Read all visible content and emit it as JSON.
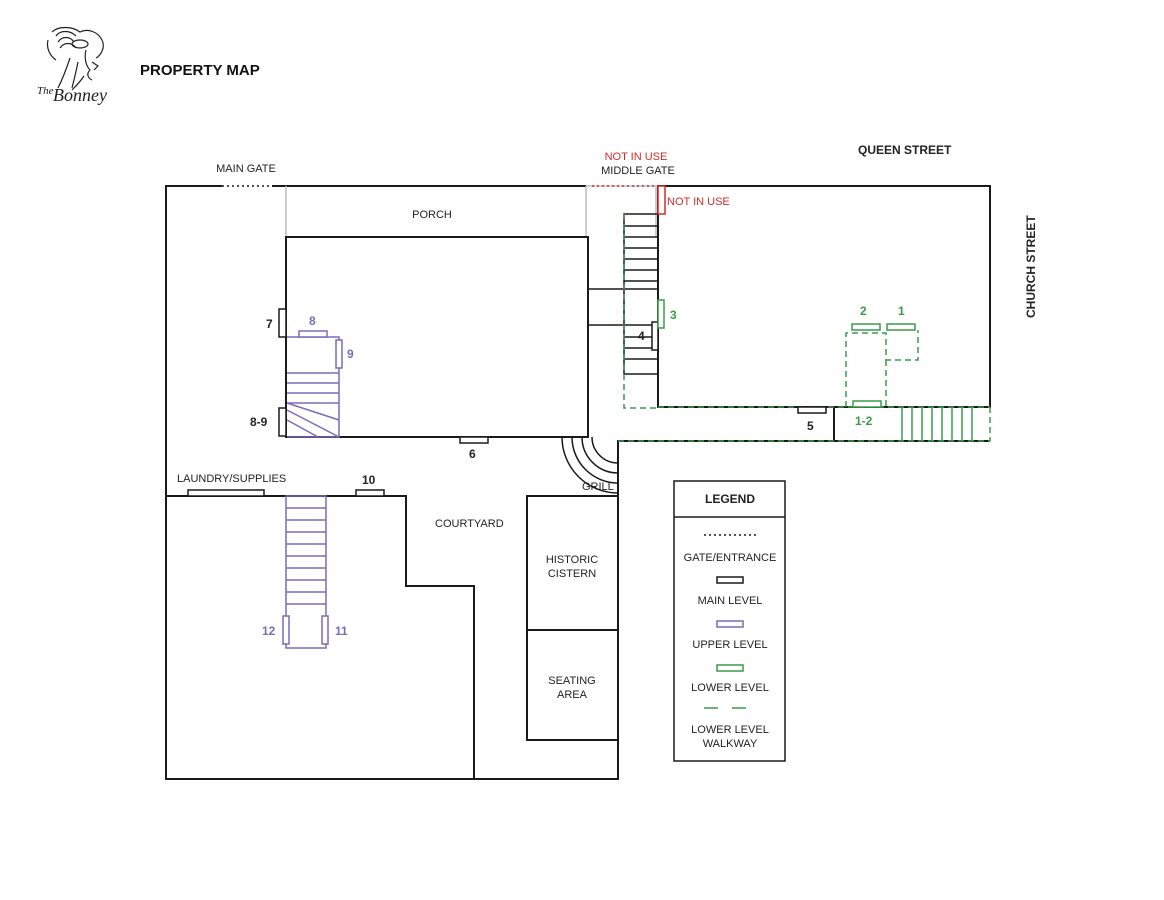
{
  "header": {
    "brand_the": "The",
    "brand_name": "Bonney",
    "title": "PROPERTY MAP"
  },
  "colors": {
    "main_level": "#1a1a1a",
    "upper_level": "#7b6bb8",
    "lower_level": "#3a9a4a",
    "not_in_use": "#d42a2a",
    "porch_outline": "#bdbdbd"
  },
  "streets": {
    "queen": "QUEEN STREET",
    "church": "CHURCH STREET"
  },
  "gates": {
    "main": "MAIN GATE",
    "middle": "MIDDLE GATE",
    "middle_status": "NOT IN USE",
    "side_status": "NOT IN USE"
  },
  "areas": {
    "porch": "PORCH",
    "laundry": "LAUNDRY/SUPPLIES",
    "courtyard": "COURTYARD",
    "grill": "GRILL",
    "cistern_line1": "HISTORIC",
    "cistern_line2": "CISTERN",
    "seating_line1": "SEATING",
    "seating_line2": "AREA"
  },
  "rooms": {
    "main_level": [
      "4",
      "5",
      "6",
      "7",
      "8-9",
      "10"
    ],
    "upper_level": [
      "8",
      "9",
      "11",
      "12"
    ],
    "lower_level": [
      "1",
      "2",
      "3",
      "1-2"
    ]
  },
  "legend": {
    "title": "LEGEND",
    "gate": "GATE/ENTRANCE",
    "main": "MAIN LEVEL",
    "upper": "UPPER LEVEL",
    "lower": "LOWER LEVEL",
    "walkway_line1": "LOWER LEVEL",
    "walkway_line2": "WALKWAY"
  }
}
